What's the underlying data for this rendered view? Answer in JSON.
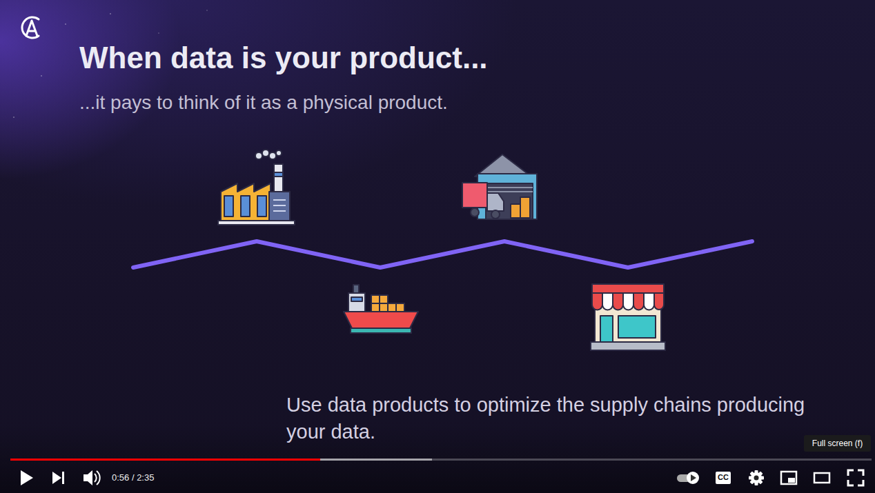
{
  "diagram": {
    "title": "When data is your product...",
    "labels": [
      "...it pays to think of it as a physical product.",
      "Use data products to optimize the supply chains producing your data.",
      "CC",
      "0:56 / 2:35",
      "Full screen (f)"
    ]
  }
}
